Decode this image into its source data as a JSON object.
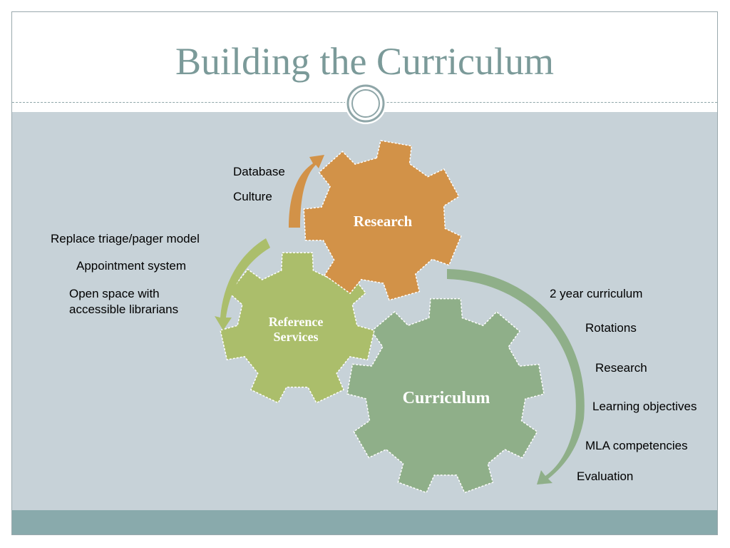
{
  "title": "Building the Curriculum",
  "gears": {
    "research": {
      "label": "Research",
      "color": "#d29248"
    },
    "reference": {
      "label_line1": "Reference",
      "label_line2": "Services",
      "color": "#abbe6b"
    },
    "curriculum": {
      "label": "Curriculum",
      "color": "#8faf89"
    }
  },
  "labels": {
    "research": [
      "Database",
      "Culture"
    ],
    "reference": [
      "Replace triage/pager model",
      "Appointment system",
      "Open space with",
      "accessible librarians"
    ],
    "curriculum": [
      "2 year curriculum",
      "Rotations",
      "Research",
      "Learning objectives",
      "MLA competencies",
      "Evaluation"
    ]
  },
  "colors": {
    "title": "#7b9a99",
    "band": "#c7d2d8",
    "footer": "#89aaac"
  }
}
